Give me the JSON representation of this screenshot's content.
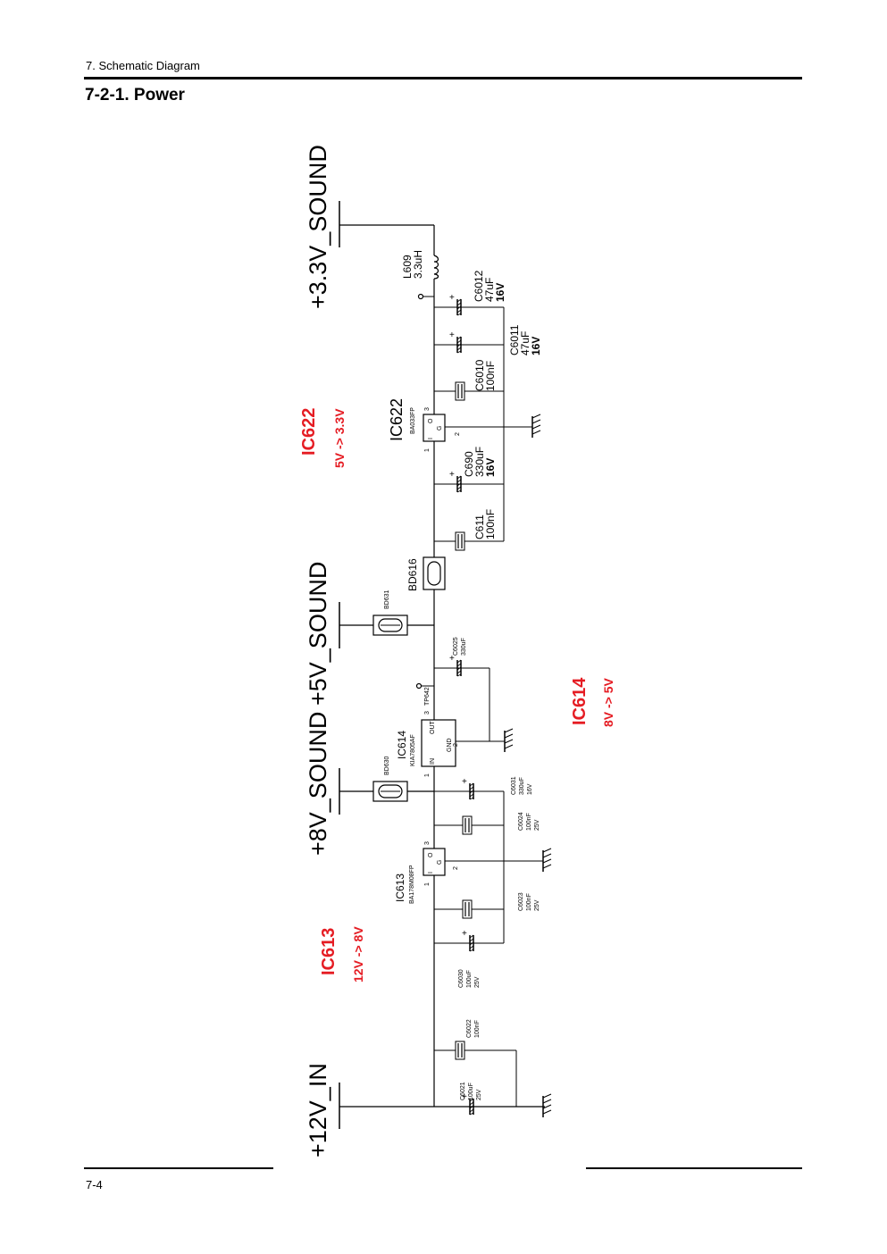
{
  "header": {
    "section_path": "7. Schematic Diagram"
  },
  "title": "7-2-1. Power",
  "footer": {
    "page_number": "7-4"
  },
  "rails": {
    "v12_in": "+12V_IN",
    "v8_sound": "+8V_SOUND",
    "v5_sound": "+5V_SOUND",
    "v33_sound": "+3.3V_SOUND"
  },
  "annotations": {
    "ic613": {
      "ic": "IC613",
      "conv": "12V -> 8V"
    },
    "ic614": {
      "ic": "IC614",
      "conv": "8V -> 5V"
    },
    "ic622": {
      "ic": "IC622",
      "conv": "5V -> 3.3V"
    }
  },
  "parts": {
    "c6021": "C6021",
    "c6021_v": "100uF",
    "c6021_r": "25V",
    "c6022": "C6022",
    "c6022_v": "100nF",
    "c6030": "C6030",
    "c6030_v": "100uF",
    "c6030_r": "25V",
    "c6023": "C6023",
    "c6023_v": "100nF",
    "c6023_r": "25V",
    "ic613": "IC613",
    "ic613_pn": "BA178M08FP",
    "c6024": "C6024",
    "c6024_v": "100nF",
    "c6024_r": "25V",
    "c6031": "C6031",
    "c6031_v": "330uF",
    "c6031_r": "16V",
    "bd630": "BD630",
    "ic614": "IC614",
    "ic614_pn": "KIA7805AF",
    "ic614_in": "IN",
    "ic614_gnd": "GND",
    "ic614_out": "OUT",
    "tp642": "TP642",
    "c6025": "C6025",
    "c6025_v": "330uF",
    "bd631": "BD631",
    "bd616": "BD616",
    "c611": "C611",
    "c611_v": "100nF",
    "c690": "C690",
    "c690_v": "330uF",
    "c690_r": "16V",
    "ic622": "IC622",
    "ic622_pn": "BA033FP",
    "c6010": "C6010",
    "c6010_v": "100nF",
    "c6011": "C6011",
    "c6011_v": "47uF",
    "c6011_r": "16V",
    "c6012": "C6012",
    "c6012_v": "47uF",
    "c6012_r": "16V",
    "l609": "L609",
    "l609_v": "3.3uH",
    "pin1": "1",
    "pin2": "2",
    "pin3": "3",
    "pin_i": "I",
    "pin_o": "O",
    "pin_g": "G"
  }
}
